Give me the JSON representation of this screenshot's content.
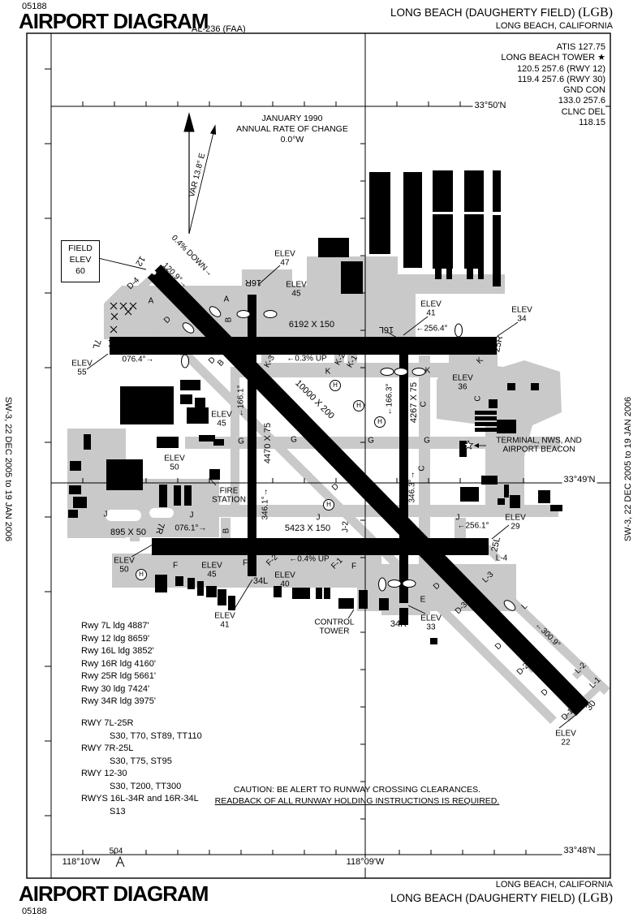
{
  "publication": {
    "chart_code_top": "05188",
    "chart_code_bottom": "05188",
    "title_top": "AIRPORT DIAGRAM",
    "title_bottom": "AIRPORT DIAGRAM",
    "procedure_ref": "AL-236 (FAA)",
    "airport_top": "LONG BEACH (DAUGHERTY FIELD)",
    "icao_top": "(LGB)",
    "city_top": "LONG BEACH, CALIFORNIA",
    "airport_bottom": "LONG BEACH (DAUGHERTY FIELD)",
    "icao_bottom": "(LGB)",
    "city_bottom": "LONG BEACH, CALIFORNIA",
    "edge_note_left": "SW-3, 22 DEC 2005 to 19 JAN 2006",
    "edge_note_right": "SW-3, 22 DEC 2005 to 19 JAN 2006"
  },
  "comms": {
    "atis": "ATIS 127.75",
    "tower": "LONG BEACH TOWER ★",
    "tower_freq1": "120.5 257.6 (RWY 12)",
    "tower_freq2": "119.4 257.6 (RWY 30)",
    "gnd": "GND CON",
    "gnd_freq": "133.0 257.6",
    "clnc": "CLNC DEL",
    "clnc_freq": "118.15"
  },
  "magnetic": {
    "date": "JANUARY 1990",
    "rate": "ANNUAL RATE OF CHANGE",
    "value": "0.0°W",
    "variation": "VAR 13.8° E"
  },
  "field_elev": {
    "line1": "FIELD",
    "line2": "ELEV",
    "line3": "60"
  },
  "grid": {
    "lat1": "33°50'N",
    "lat2": "33°49'N",
    "lat3": "33°48'N",
    "lon1": "118°10'W",
    "lon2": "118°09'W",
    "obstruction_height": "504"
  },
  "caution": {
    "line1": "CAUTION: BE ALERT TO RUNWAY CROSSING CLEARANCES.",
    "line2": "READBACK OF ALL RUNWAY HOLDING INSTRUCTIONS IS REQUIRED."
  },
  "declared": {
    "ldg": [
      "Rwy 7L ldg 4887'",
      "Rwy 12 ldg 8659'",
      "Rwy 16L ldg 3852'",
      "Rwy 16R ldg 4160'",
      "Rwy 25R ldg 5661'",
      "Rwy 30 ldg 7424'",
      "Rwy 34R ldg 3975'"
    ],
    "strength": [
      "RWY 7L-25R",
      "S30, T70, ST89, TT110",
      "RWY 7R-25L",
      "S30, T75, ST95",
      "RWY 12-30",
      "S30, T200, TT300",
      "RWYS 16L-34R and 16R-34L",
      "S13"
    ]
  },
  "runways": {
    "r12": "12",
    "r30": "30",
    "r7l": "7L",
    "r25r": "25R",
    "r7r": "7R",
    "r25l": "25L",
    "r16r": "16R",
    "r34l": "34L",
    "r16l": "16L",
    "r34r": "34R",
    "dim_12_30": "10000 X 200",
    "dim_7l_25r": "6192 X 150",
    "dim_7r_25l": "5423 X 150",
    "dim_16r_34l": "4470 X 75",
    "dim_16l_34r": "4267 X 75",
    "dim_stub": "895 X 50",
    "hdg_120": "120.9°→",
    "hdg_076_4": "076.4°→",
    "hdg_256_4": "←256.4°",
    "hdg_166_1": "←166.1°",
    "hdg_166_3": "←166.3°",
    "hdg_346_1": "346.1°→",
    "hdg_346_3": "346.3°→",
    "hdg_076_1": "076.1°→",
    "hdg_256_1": "←256.1°",
    "hdg_300": "←300.9°",
    "slope_12": "0.4% DOWN→",
    "slope_k": "←0.3% UP",
    "slope_f": "←0.4% UP"
  },
  "elev_word": "ELEV",
  "elevations": {
    "e47": "47",
    "e45_top": "45",
    "e41_top": "41",
    "e34": "34",
    "e55": "55",
    "e36": "36",
    "e45_mid": "45",
    "e50_mid": "50",
    "e50_bot": "50",
    "e45_bot": "45",
    "e40": "40",
    "e41_bot": "41",
    "e33": "33",
    "e29": "29",
    "e22": "22"
  },
  "taxiways": {
    "a": "A",
    "b": "B",
    "c": "C",
    "d": "D",
    "e": "E",
    "f": "F",
    "g": "G",
    "j": "J",
    "k": "K",
    "l": "L",
    "d4": "D-4",
    "d3": "D-3",
    "d2": "D-2",
    "d1": "D-1",
    "f2": "F-2",
    "f1": "F-1",
    "j2m": "J-2",
    "k3": "K-3",
    "k2": "K-2",
    "k1": "K-1",
    "l4": "L-4",
    "l3": "L-3",
    "l2": "L-2",
    "l1": "L-1"
  },
  "facilities": {
    "terminal1": "TERMINAL, NWS, AND",
    "terminal2": "AIRPORT BEACON",
    "fire1": "FIRE",
    "fire2": "STATION",
    "tower1": "CONTROL",
    "tower2": "TOWER",
    "helipad": "H"
  }
}
